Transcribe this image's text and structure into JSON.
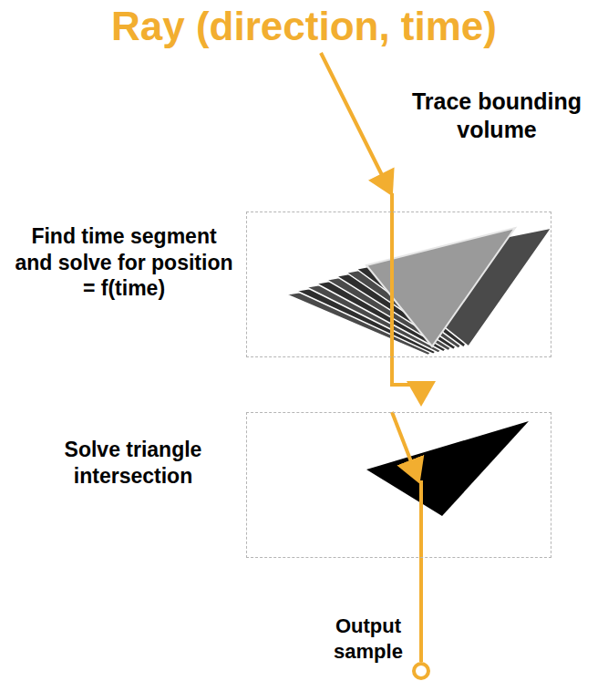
{
  "diagram": {
    "title": "Ray (direction, time)",
    "nodes": [
      {
        "text": [
          "Find time segment and solve for position = f(time)"
        ]
      },
      {
        "text": [
          "Solve triangle intersection"
        ]
      },
      {
        "text": [
          "Output sample"
        ]
      }
    ],
    "edges": [
      {
        "from": 0,
        "to": 1,
        "arrow": "to"
      },
      {
        "from": 1,
        "to": 2,
        "arrow": "none"
      }
    ],
    "labels": [
      "Trace bounding volume"
    ]
  }
}
